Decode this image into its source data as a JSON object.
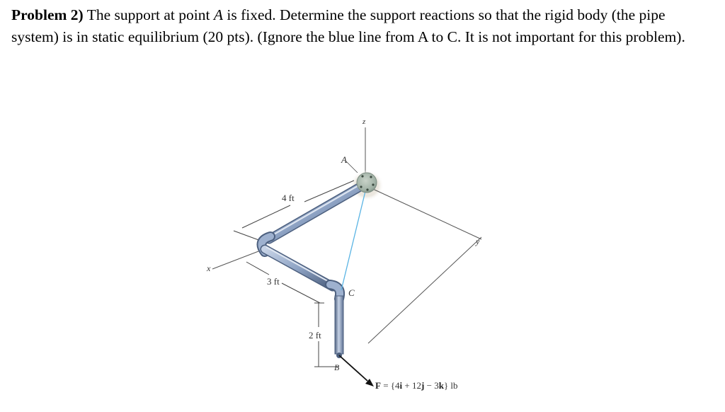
{
  "problem": {
    "heading": "Problem 2)",
    "text_1": " The support at point ",
    "point_A": "A",
    "text_2": " is fixed. Determine the support reactions so that the rigid body (the pipe system) is in static equilibrium (20 pts). (Ignore the blue line from A to C. It is not important for this problem)."
  },
  "figure": {
    "axis_labels": {
      "x": "x",
      "y": "y",
      "z": "z"
    },
    "point_labels": {
      "A": "A",
      "B": "B",
      "C": "C"
    },
    "dimensions": {
      "d1": "4 ft",
      "d2": "3 ft",
      "d3": "2 ft"
    },
    "force": {
      "prefix": "F",
      "equals": " = ",
      "open": "{4",
      "i": "i",
      "mid1": " + 12",
      "j": "j",
      "mid2": " − 3",
      "k": "k",
      "close": "} lb"
    },
    "colors": {
      "pipe": "#8ea3c4",
      "pipe_dark": "#4d607f",
      "cable": "#5ab4e4",
      "flange": "#9fb0a4",
      "dimension": "#444444"
    }
  }
}
